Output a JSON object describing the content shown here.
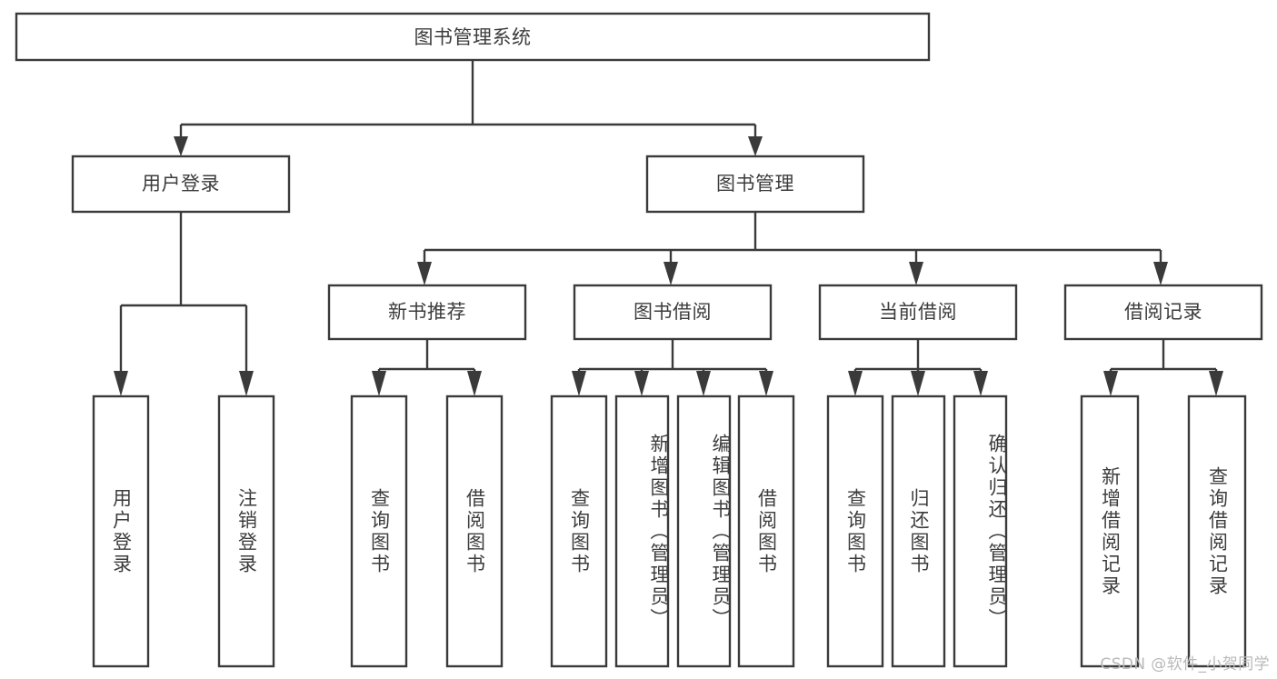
{
  "diagram": {
    "type": "tree",
    "title": "图书管理系统",
    "orientation": "top-down",
    "levels": 4,
    "colors": {
      "box_fill": "#ffffff",
      "box_stroke": "#3a3a3a",
      "text": "#3c3c3c",
      "watermark": "#b9b9b9"
    },
    "root": {
      "label": "图书管理系统"
    },
    "level2": [
      {
        "label": "用户登录"
      },
      {
        "label": "图书管理"
      }
    ],
    "level3": [
      {
        "label": "新书推荐"
      },
      {
        "label": "图书借阅"
      },
      {
        "label": "当前借阅"
      },
      {
        "label": "借阅记录"
      }
    ],
    "leaves": {
      "user_login": [
        {
          "label": "用户登录"
        },
        {
          "label": "注销登录"
        }
      ],
      "new_book_recommend": [
        {
          "label": "查询图书"
        },
        {
          "label": "借阅图书"
        }
      ],
      "book_borrow": [
        {
          "label": "查询图书"
        },
        {
          "label": "新增图书（管理员）"
        },
        {
          "label": "编辑图书（管理员）"
        },
        {
          "label": "借阅图书"
        }
      ],
      "current_borrow": [
        {
          "label": "查询图书"
        },
        {
          "label": "归还图书"
        },
        {
          "label": "确认归还（管理员）"
        }
      ],
      "borrow_record": [
        {
          "label": "新增借阅记录"
        },
        {
          "label": "查询借阅记录"
        }
      ]
    }
  },
  "watermark": {
    "text": "CSDN @软件_小贺同学"
  }
}
